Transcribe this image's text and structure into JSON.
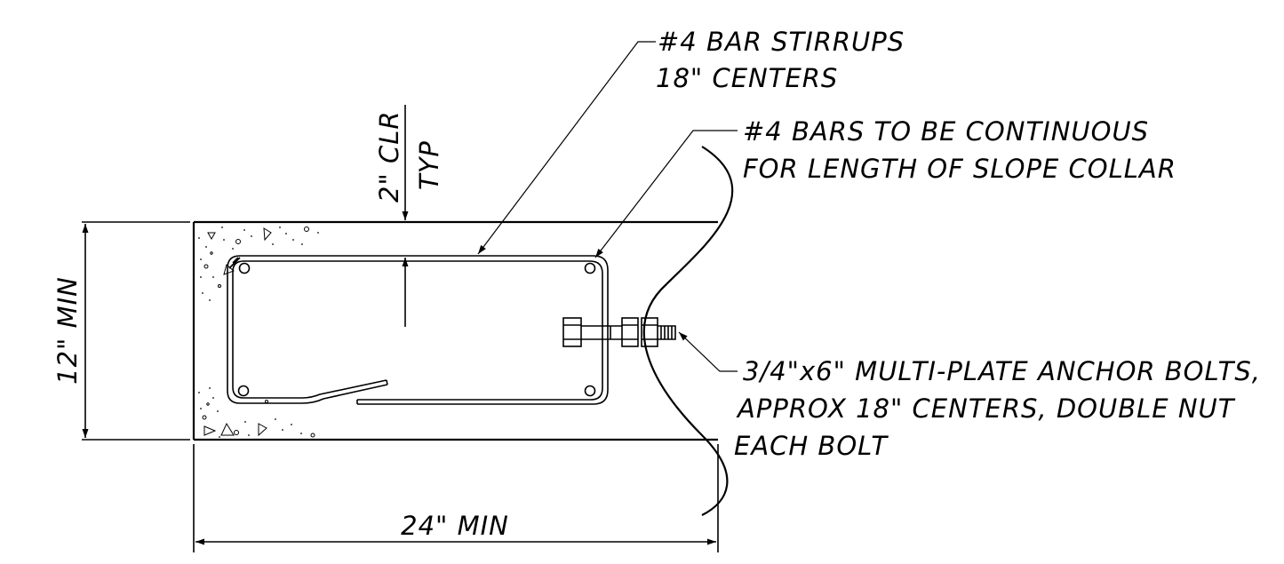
{
  "colors": {
    "ink": "#000000",
    "paper": "#ffffff"
  },
  "labels": {
    "stirrups_line1": "#4  BAR STIRRUPS",
    "stirrups_line2": "18\" CENTERS",
    "clear_line1": "2\" CLR",
    "clear_line2": "TYP",
    "bars_line1": "#4  BARS TO BE CONTINUOUS",
    "bars_line2": "FOR LENGTH OF SLOPE COLLAR",
    "bolts_line1": "3/4\"x6\" MULTI-PLATE ANCHOR BOLTS,",
    "bolts_line2": "APPROX 18\" CENTERS, DOUBLE NUT",
    "bolts_line3": "EACH BOLT",
    "height_dim": "12\" MIN",
    "width_dim": "24\" MIN"
  }
}
